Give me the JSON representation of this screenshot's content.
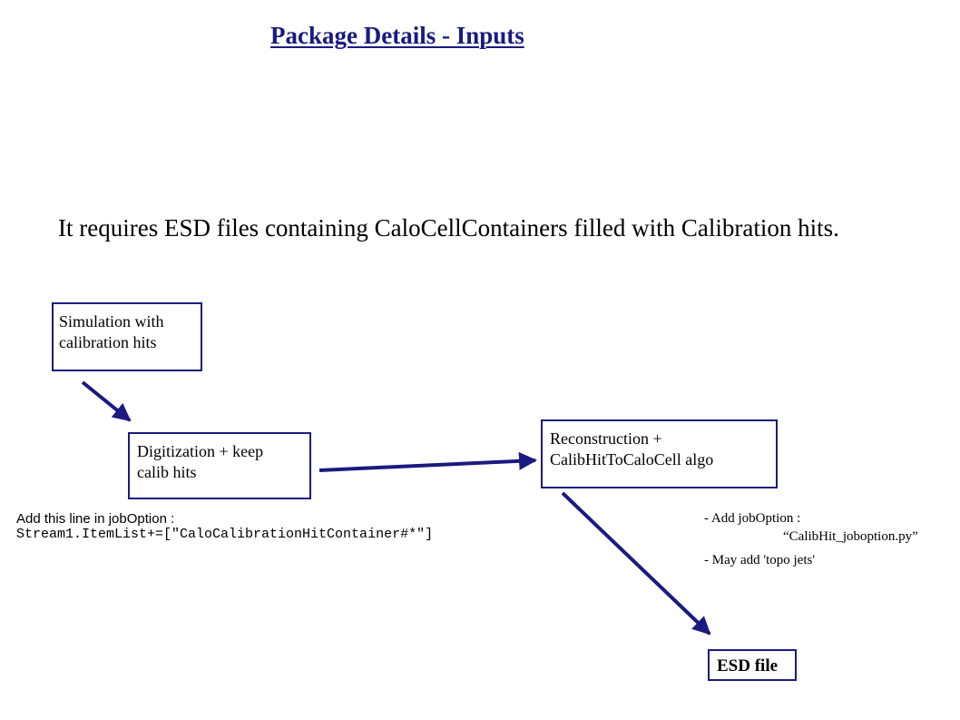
{
  "title": "Package Details - Inputs",
  "intro": "It requires ESD files containing CaloCellContainers filled with Calibration hits.",
  "boxes": {
    "simulation": {
      "line1": "Simulation with",
      "line2": "calibration hits"
    },
    "digitization": {
      "line1": "Digitization + keep",
      "line2": "calib hits"
    },
    "reconstruction": {
      "line1": "Reconstruction +",
      "line2": "CalibHitToCaloCell algo"
    },
    "esd": {
      "label": "ESD file"
    }
  },
  "notes": {
    "digitization": {
      "line1": "Add this line in jobOption :",
      "line2": "Stream1.ItemList+=[\"CaloCalibrationHitContainer#*\"]"
    },
    "reconstruction": {
      "line1": "- Add jobOption :",
      "line2": "“CalibHit_joboption.py”",
      "line3": "- May add 'topo jets'"
    }
  },
  "colors": {
    "accent": "#1a1a80"
  }
}
